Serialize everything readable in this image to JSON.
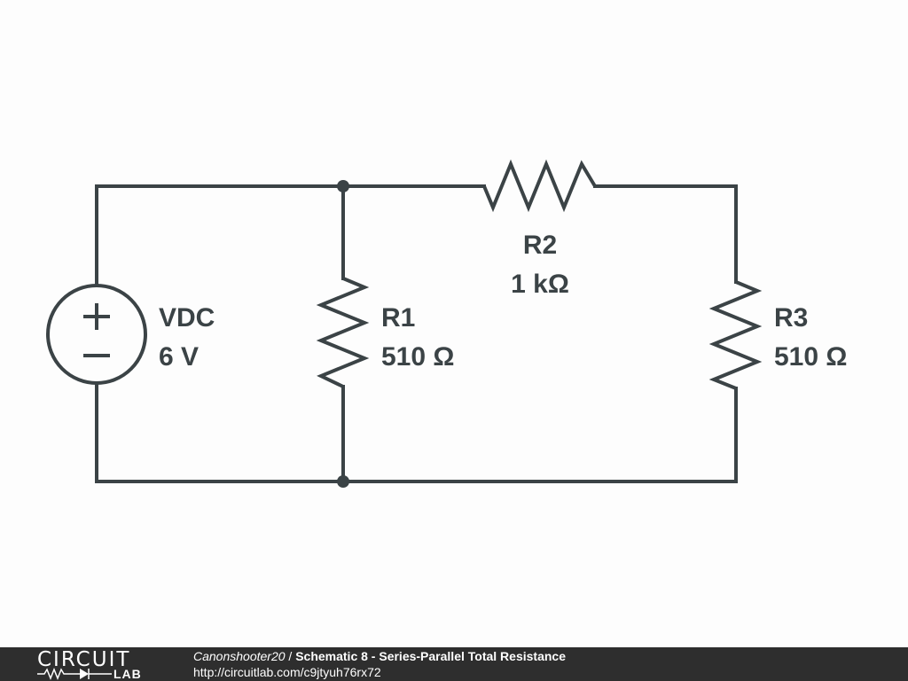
{
  "schematic": {
    "source": {
      "name": "VDC",
      "value": "6 V",
      "plus": "+",
      "minus": "−"
    },
    "resistors": [
      {
        "name": "R1",
        "value": "510 Ω"
      },
      {
        "name": "R2",
        "value": "1 kΩ"
      },
      {
        "name": "R3",
        "value": "510 Ω"
      }
    ],
    "wire_color": "#3b4346"
  },
  "footer": {
    "logo_top": "CIRCUIT",
    "logo_bottom": "LAB",
    "author": "Canonshooter20",
    "separator": " / ",
    "title": "Schematic 8 - Series-Parallel Total Resistance",
    "url": "http://circuitlab.com/c9jtyuh76rx72",
    "background": "#2e2e2e"
  }
}
